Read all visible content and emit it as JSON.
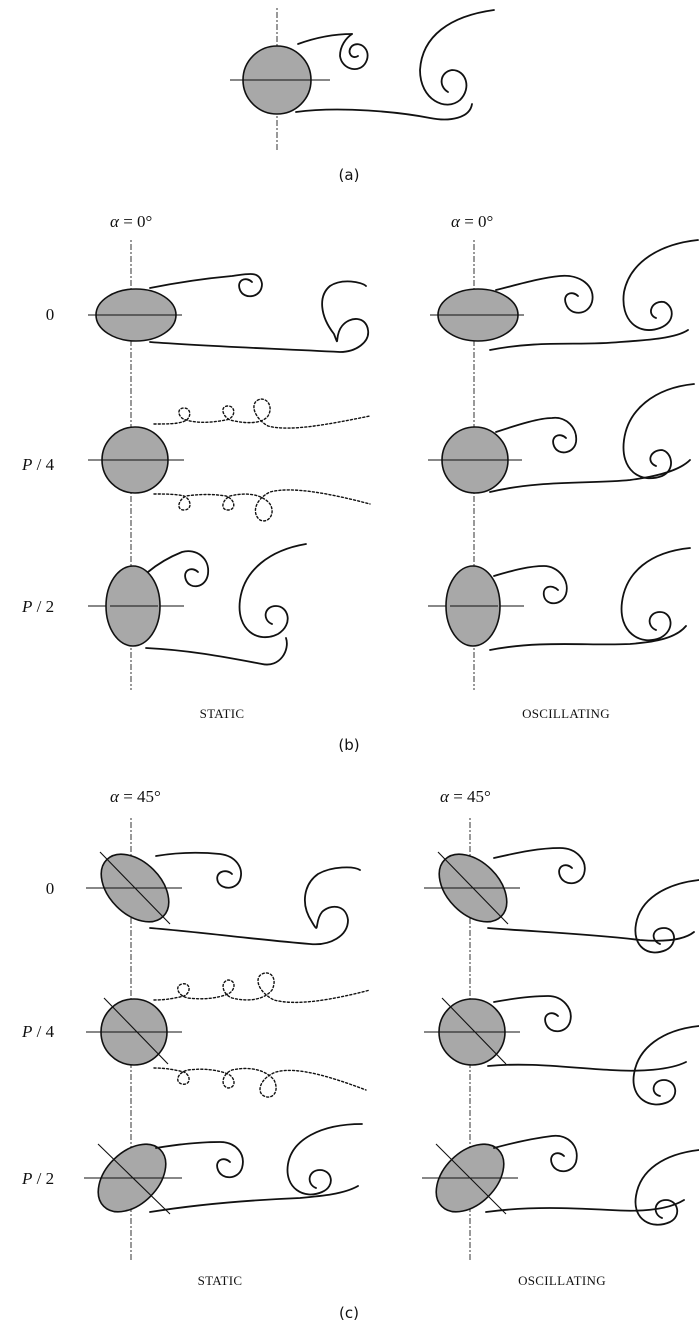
{
  "panel_a": {
    "caption": "(a)"
  },
  "panel_b": {
    "caption": "(b)",
    "left_angle": "α = 0°",
    "right_angle": "α = 0°",
    "phase_labels": [
      "0",
      "P / 4",
      "P / 2"
    ],
    "left_label": "STATIC",
    "right_label": "OSCILLATING"
  },
  "panel_c": {
    "caption": "(c)",
    "left_angle": "α = 45°",
    "right_angle": "α = 45°",
    "phase_labels": [
      "0",
      "P / 4",
      "P / 2"
    ],
    "left_label": "STATIC",
    "right_label": "OSCILLATING"
  },
  "colors": {
    "body_fill": "#a8a8a8",
    "line": "#111111"
  }
}
